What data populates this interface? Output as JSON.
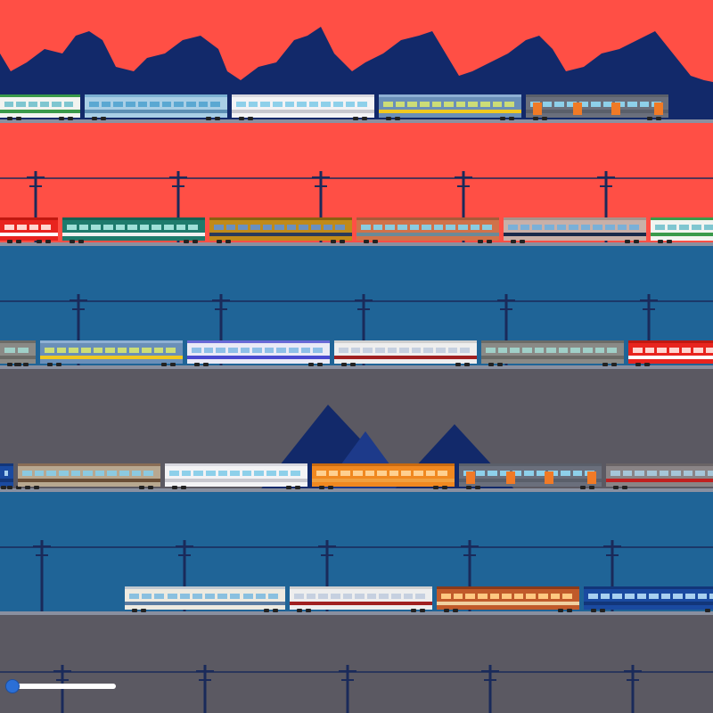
{
  "scene": {
    "colors": {
      "sunset_sky": "#ff4f45",
      "blue_sky": "#1f6497",
      "gray_sky": "#5b5962",
      "mountain": "#12296a",
      "pole": "#1a2a5a",
      "rail": "#8a90a0"
    },
    "lanes": [
      {
        "name": "lane-1",
        "sky": "sunset",
        "scenery": "mountains",
        "cars": [
          "green-white",
          "light-blue",
          "white",
          "yellow-blue",
          "gray-orange"
        ]
      },
      {
        "name": "lane-2",
        "sky": "sunset",
        "scenery": "power-poles",
        "cars": [
          "red",
          "teal",
          "gold",
          "salmon",
          "tan-navy",
          "green-white"
        ]
      },
      {
        "name": "lane-3",
        "sky": "blue",
        "scenery": "power-poles",
        "cars": [
          "gray",
          "yellow-blue",
          "white-purple",
          "white-red",
          "gray",
          "red"
        ]
      },
      {
        "name": "lane-4",
        "sky": "gray",
        "scenery": "mountains",
        "cars": [
          "blue",
          "tan-brown",
          "white",
          "orange",
          "gray-orange",
          "gray-red"
        ]
      },
      {
        "name": "lane-5",
        "sky": "blue",
        "scenery": "power-poles",
        "cars": [
          "white-locomotive",
          "white-red",
          "brown-orange",
          "blue"
        ]
      },
      {
        "name": "lane-6",
        "sky": "gray",
        "scenery": "power-poles",
        "cars": []
      }
    ]
  },
  "speed_slider": {
    "value": 0.0
  }
}
